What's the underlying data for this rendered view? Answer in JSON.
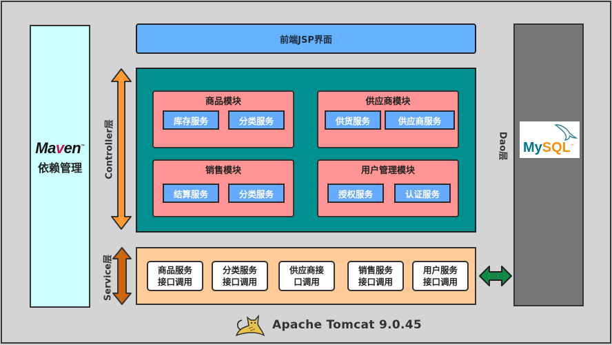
{
  "left_panel": {
    "logo": {
      "prefix": "Ma",
      "v": "v",
      "suffix": "en",
      "tm": "™"
    },
    "subtitle": "依赖管理"
  },
  "frontend": {
    "label": "前端JSP界面"
  },
  "controller": {
    "layer_label": "Controller层",
    "modules": [
      {
        "title": "商品模块",
        "services": [
          "库存服务",
          "分类服务"
        ]
      },
      {
        "title": "供应商模块",
        "services": [
          "供货服务",
          "供应商服务"
        ]
      },
      {
        "title": "销售模块",
        "services": [
          "结算服务",
          "分类服务"
        ]
      },
      {
        "title": "用户管理模块",
        "services": [
          "授权服务",
          "认证服务"
        ]
      }
    ]
  },
  "service": {
    "layer_label": "Service层",
    "interfaces": [
      {
        "line1": "商品服务",
        "line2": "接口调用"
      },
      {
        "line1": "分类服务",
        "line2": "接口调用"
      },
      {
        "line1": "供应商接",
        "line2": "口调用"
      },
      {
        "line1": "销售服务",
        "line2": "接口调用"
      },
      {
        "line1": "用户服务",
        "line2": "接口调用"
      }
    ]
  },
  "dao": {
    "layer_label": "Dao层",
    "db_logo": {
      "my": "My",
      "sql": "SQL",
      "tm": "™"
    }
  },
  "footer": {
    "server": "Apache Tomcat 9.0.45"
  },
  "colors": {
    "background": "#d4d4d4",
    "maven_panel": "#ccffff",
    "frontend_bar": "#66b2ff",
    "controller_area": "#009090",
    "module": "#ff9494",
    "service_chip": "#66aaff",
    "service_area": "#ffcc99",
    "dao_panel": "#777777",
    "controller_arrow": "#ff9933",
    "service_arrow": "#cc6611",
    "dao_arrow": "#118844"
  }
}
